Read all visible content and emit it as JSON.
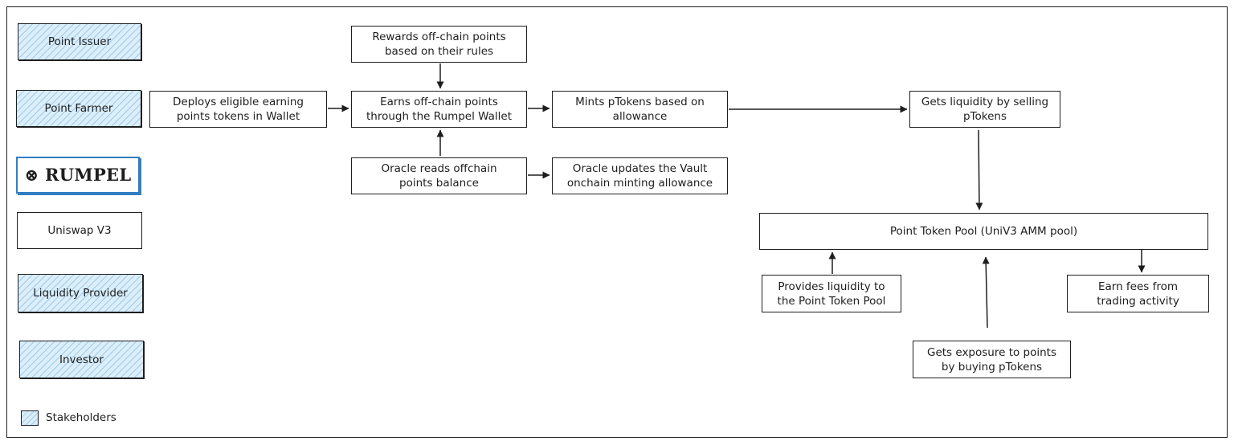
{
  "stakeholders": {
    "point_issuer": "Point Issuer",
    "point_farmer": "Point Farmer",
    "rumpel": "⊗ RUMPEL",
    "uniswap": "Uniswap V3",
    "liquidity_provider": "Liquidity Provider",
    "investor": "Investor"
  },
  "legend": {
    "label": "Stakeholders"
  },
  "steps": {
    "rewards": "Rewards off-chain points\nbased on their rules",
    "deploys": "Deploys eligible earning\npoints tokens in Wallet",
    "earns": "Earns off-chain points\nthrough the Rumpel Wallet",
    "mints": "Mints pTokens based on\nallowance",
    "liquidity_sell": "Gets liquidity by selling\npTokens",
    "oracle_reads": "Oracle reads offchain\npoints balance",
    "oracle_updates": "Oracle updates the Vault\nonchain minting allowance",
    "pool": "Point Token Pool (UniV3 AMM pool)",
    "provides": "Provides liquidity to\nthe Point Token Pool",
    "earn_fees": "Earn fees from\ntrading activity",
    "exposure": "Gets exposure to points\nby buying pTokens"
  },
  "colors": {
    "stakeholder_fill": "#dbeefa",
    "stakeholder_hatch": "#5aa0d7",
    "rumpel_border": "#2f7fc2",
    "stroke": "#1e1e1e"
  }
}
